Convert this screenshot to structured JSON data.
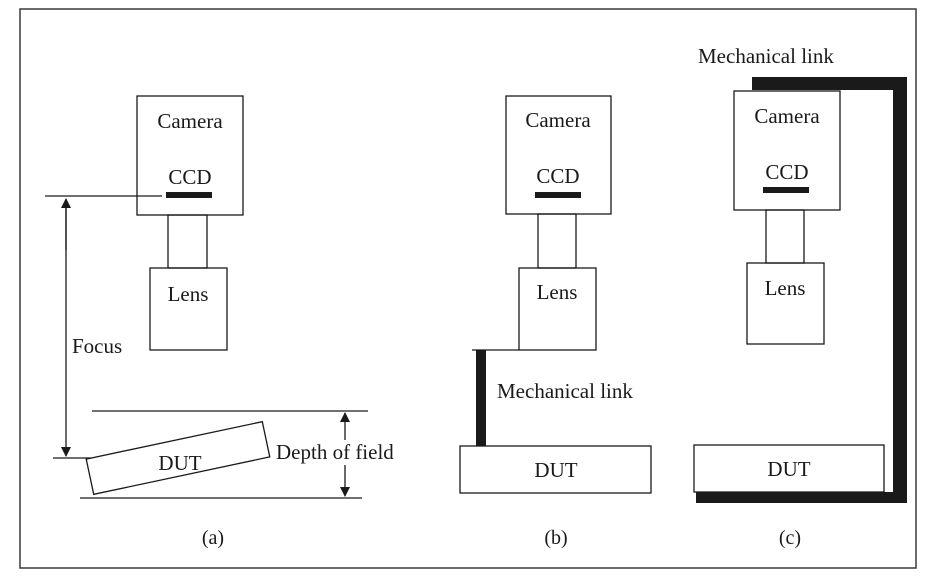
{
  "panels": {
    "a": {
      "camera_label": "Camera",
      "ccd_label": "CCD",
      "lens_label": "Lens",
      "focus_label": "Focus",
      "dut_label": "DUT",
      "depth_label": "Depth of field",
      "caption": "(a)"
    },
    "b": {
      "camera_label": "Camera",
      "ccd_label": "CCD",
      "lens_label": "Lens",
      "link_label": "Mechanical link",
      "dut_label": "DUT",
      "caption": "(b)"
    },
    "c": {
      "link_label": "Mechanical link",
      "camera_label": "Camera",
      "ccd_label": "CCD",
      "lens_label": "Lens",
      "dut_label": "DUT",
      "caption": "(c)"
    }
  },
  "colors": {
    "line": "#1a1a1a",
    "background": "#ffffff",
    "frame": "#3a3a3a"
  }
}
